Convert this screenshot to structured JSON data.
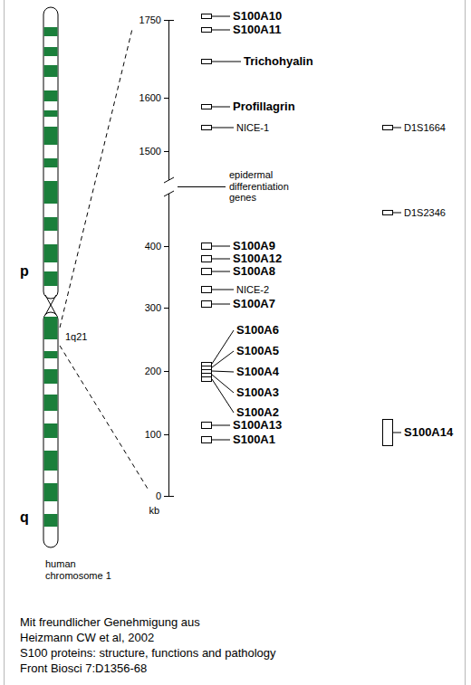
{
  "diagram": {
    "labels": [
      "p",
      "q",
      "1q21",
      "human chromosome 1",
      "1750",
      "1600",
      "1500",
      "400",
      "300",
      "200",
      "100",
      "0",
      "kb",
      "S100A10",
      "S100A11",
      "Trichohyalin",
      "Profillagrin",
      "NICE-1",
      "D1S1664",
      "epidermal differentiation genes",
      "D1S2346",
      "S100A9",
      "S100A12",
      "S100A8",
      "NICE-2",
      "S100A7",
      "S100A6",
      "S100A5",
      "S100A4",
      "S100A3",
      "S100A2",
      "S100A13",
      "S100A1",
      "S100A14",
      "Mit freundlicher Genehmigung aus",
      "Heizmann CW et al, 2002",
      "S100 proteins: structure, functions and pathology",
      "Front Biosci 7:D1356-68"
    ]
  }
}
